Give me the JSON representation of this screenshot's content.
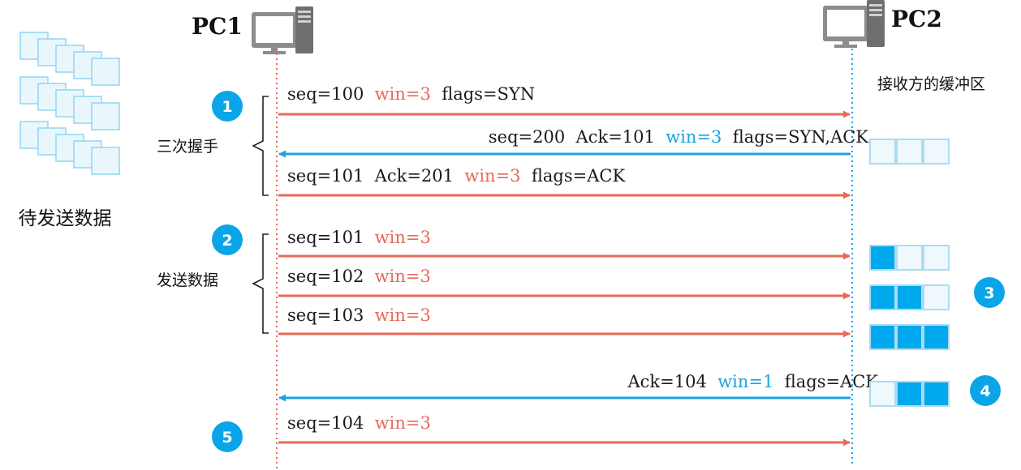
{
  "colors": {
    "send": "#e8695a",
    "ack": "#1aa3e0",
    "text": "#1a1a1a",
    "badge": "#0aa5e8",
    "buffer_border": "#a9dcf2",
    "buffer_empty": "#eef8fd",
    "buffer_filled": "#00a9ee"
  },
  "pending_data_label": "待发送数据",
  "hosts": {
    "left": "PC1",
    "right": "PC2"
  },
  "receiver_buffer_label": "接收方的缓冲区",
  "groups": [
    {
      "label": "三次握手",
      "badge": "1"
    },
    {
      "label": "发送数据",
      "badge": "2"
    }
  ],
  "badges": [
    "3",
    "4",
    "5"
  ],
  "messages": [
    {
      "dir": "right",
      "parts": [
        {
          "t": "seq=100",
          "c": "text"
        },
        {
          "t": "win=3",
          "c": "send"
        },
        {
          "t": "flags=SYN",
          "c": "text"
        }
      ]
    },
    {
      "dir": "left",
      "parts": [
        {
          "t": "seq=200",
          "c": "text"
        },
        {
          "t": "Ack=101",
          "c": "text"
        },
        {
          "t": "win=3",
          "c": "ack"
        },
        {
          "t": "flags=SYN,ACK",
          "c": "text"
        }
      ]
    },
    {
      "dir": "right",
      "parts": [
        {
          "t": "seq=101",
          "c": "text"
        },
        {
          "t": "Ack=201",
          "c": "text"
        },
        {
          "t": "win=3",
          "c": "send"
        },
        {
          "t": "flags=ACK",
          "c": "text"
        }
      ]
    },
    {
      "dir": "right",
      "parts": [
        {
          "t": "seq=101",
          "c": "text"
        },
        {
          "t": "win=3",
          "c": "send"
        }
      ]
    },
    {
      "dir": "right",
      "parts": [
        {
          "t": "seq=102",
          "c": "text"
        },
        {
          "t": "win=3",
          "c": "send"
        }
      ]
    },
    {
      "dir": "right",
      "parts": [
        {
          "t": "seq=103",
          "c": "text"
        },
        {
          "t": "win=3",
          "c": "send"
        }
      ]
    },
    {
      "dir": "left",
      "parts": [
        {
          "t": "Ack=104",
          "c": "text"
        },
        {
          "t": "win=1",
          "c": "ack"
        },
        {
          "t": "flags=ACK",
          "c": "text"
        }
      ]
    },
    {
      "dir": "right",
      "parts": [
        {
          "t": "seq=104",
          "c": "text"
        },
        {
          "t": "win=3",
          "c": "send"
        }
      ]
    }
  ],
  "buffers": [
    [
      false,
      false,
      false
    ],
    [
      true,
      false,
      false
    ],
    [
      true,
      true,
      false
    ],
    [
      true,
      true,
      true
    ],
    [
      false,
      true,
      true
    ]
  ]
}
